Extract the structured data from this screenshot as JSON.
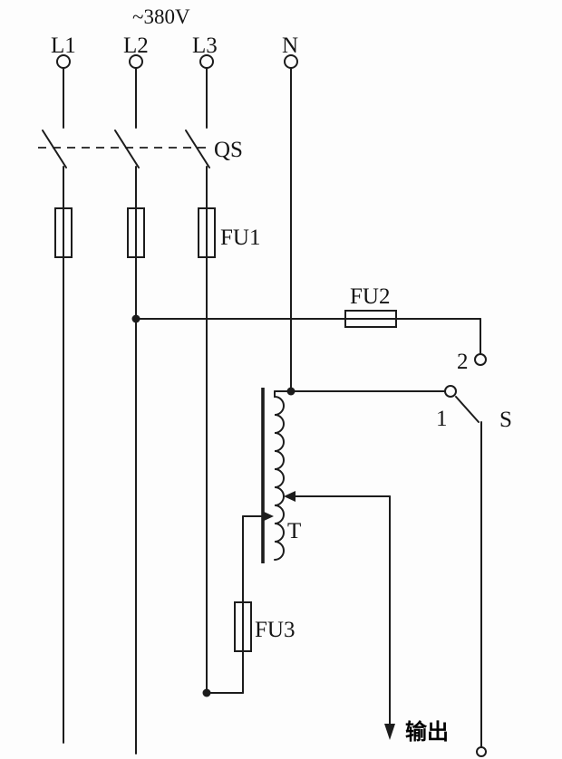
{
  "diagram": {
    "supply_label": "~380V",
    "phases": {
      "l1": "L1",
      "l2": "L2",
      "l3": "L3",
      "n": "N"
    },
    "switch_qs": "QS",
    "fuses": {
      "fu1": "FU1",
      "fu2": "FU2",
      "fu3": "FU3"
    },
    "transformer": "T",
    "selector": {
      "label": "S",
      "position_1": "1",
      "position_2": "2"
    },
    "output_label": "输出",
    "colors": {
      "line": "#1c1c1c",
      "background": "#fdfdfd"
    }
  }
}
